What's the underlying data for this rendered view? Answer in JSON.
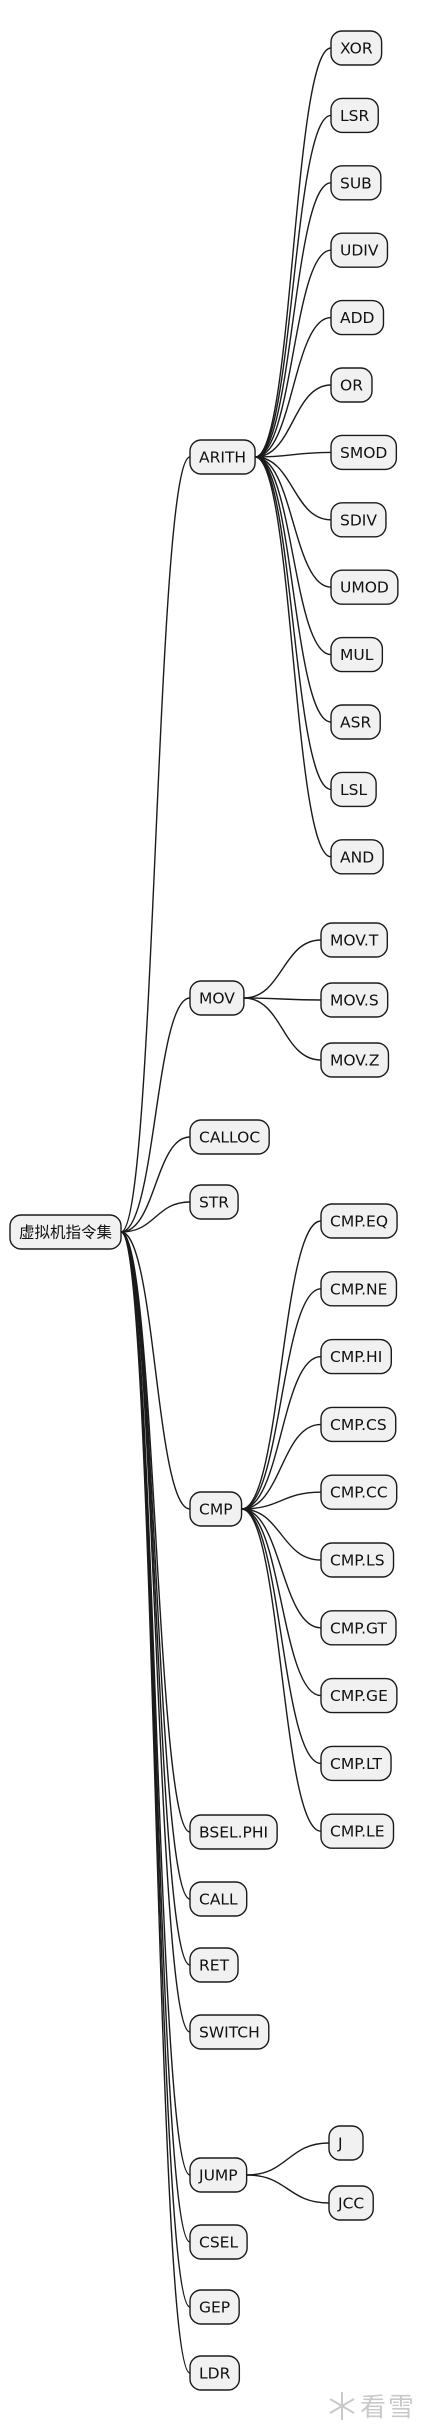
{
  "root": {
    "label": "虚拟机指令集"
  },
  "branches": [
    {
      "label": "ARITH",
      "children": [
        "XOR",
        "LSR",
        "SUB",
        "UDIV",
        "ADD",
        "OR",
        "SMOD",
        "SDIV",
        "UMOD",
        "MUL",
        "ASR",
        "LSL",
        "AND"
      ]
    },
    {
      "label": "MOV",
      "children": [
        "MOV.T",
        "MOV.S",
        "MOV.Z"
      ]
    },
    {
      "label": "CALLOC",
      "children": []
    },
    {
      "label": "STR",
      "children": []
    },
    {
      "label": "CMP",
      "children": [
        "CMP.EQ",
        "CMP.NE",
        "CMP.HI",
        "CMP.CS",
        "CMP.CC",
        "CMP.LS",
        "CMP.GT",
        "CMP.GE",
        "CMP.LT",
        "CMP.LE"
      ]
    },
    {
      "label": "BSEL.PHI",
      "children": []
    },
    {
      "label": "CALL",
      "children": []
    },
    {
      "label": "RET",
      "children": []
    },
    {
      "label": "SWITCH",
      "children": []
    },
    {
      "label": "JUMP",
      "children": [
        "J",
        "JCC"
      ]
    },
    {
      "label": "CSEL",
      "children": []
    },
    {
      "label": "GEP",
      "children": []
    },
    {
      "label": "LDR",
      "children": []
    }
  ],
  "watermark": {
    "label": "看雪",
    "icon": "snowflake-icon"
  }
}
